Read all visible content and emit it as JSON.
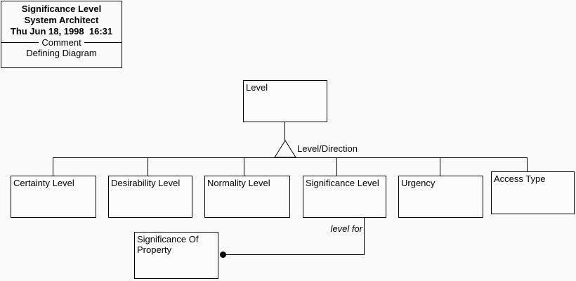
{
  "colors": {
    "background": "#fafafa",
    "line": "#000000",
    "text": "#000000",
    "box_fill": "#fcfcfc"
  },
  "title_block": {
    "title": "Significance Level",
    "tool": "System Architect",
    "timestamp": "Thu Jun 18, 1998  16:31",
    "separator_label": "Comment",
    "comment": "Defining Diagram"
  },
  "diagram": {
    "root": {
      "label": "Level"
    },
    "subtype_connector_label": "Level/Direction",
    "subtypes": [
      {
        "label": "Certainty Level"
      },
      {
        "label": "Desirability Level"
      },
      {
        "label": "Normality Level"
      },
      {
        "label": "Significance Level"
      },
      {
        "label": "Urgency"
      },
      {
        "label": "Access Type"
      }
    ],
    "relationship": {
      "label": "level for",
      "target": {
        "label": "Significance Of Property"
      }
    }
  }
}
